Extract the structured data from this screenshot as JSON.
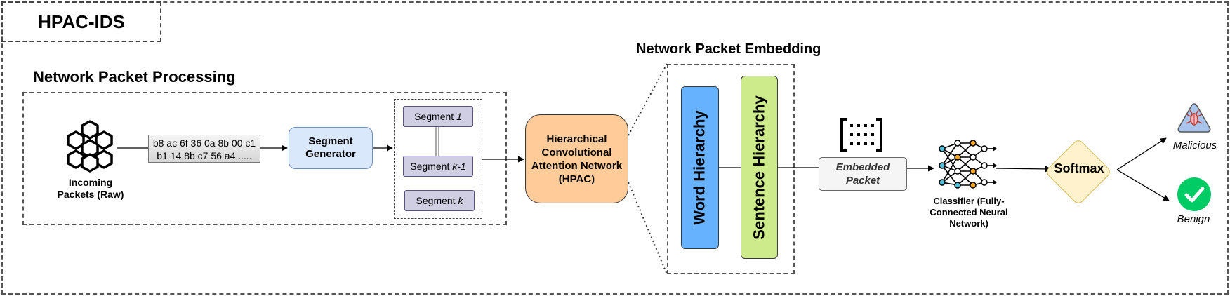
{
  "title": "HPAC-IDS",
  "sections": {
    "processing": "Network Packet Processing",
    "embedding": "Network Packet Embedding"
  },
  "incoming": {
    "line1": "Incoming",
    "line2": "Packets (Raw)",
    "icon": "cubes-icon"
  },
  "hex": {
    "line1": "b8 ac 6f 36 0a 8b 00 c1",
    "line2": "b1 14 8b c7 56 a4  ....."
  },
  "segment_generator": {
    "line1": "Segment",
    "line2": "Generator"
  },
  "segments": [
    {
      "prefix": "Segment ",
      "index": "1"
    },
    {
      "prefix": "Segment ",
      "index": "k-1"
    },
    {
      "prefix": "Segment ",
      "index": "k"
    }
  ],
  "hpac": {
    "line1": "Hierarchical",
    "line2": "Convolutional",
    "line3": "Attention Network",
    "line4": "(HPAC)"
  },
  "word_hierarchy": "Word Hierarchy",
  "sentence_hierarchy": "Sentence Hierarchy",
  "embedded_packet": {
    "line1": "Embedded",
    "line2": "Packet",
    "icon": "matrix-icon"
  },
  "classifier": {
    "line1": "Classifier (Fully-",
    "line2": "Connected Neural",
    "line3": "Network)",
    "icon": "neural-network-icon"
  },
  "softmax": "Softmax",
  "outputs": {
    "malicious": "Malicious",
    "benign": "Benign",
    "malicious_icon": "bug-warning-icon",
    "benign_icon": "checkmark-icon"
  },
  "colors": {
    "segment_generator": "#dae8fc",
    "segment": "#d0cee2",
    "hpac": "#ffcc99",
    "word_hierarchy": "#66b2ff",
    "sentence_hierarchy": "#cdeb8b",
    "softmax": "#fff2cc",
    "malicious": "#a9c4eb",
    "benign": "#00cc66"
  }
}
